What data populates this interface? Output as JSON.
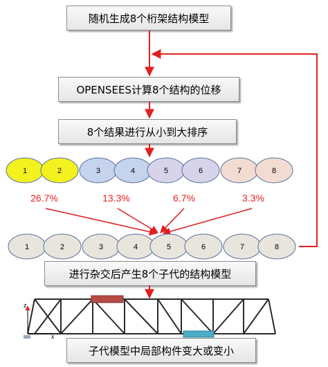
{
  "steps": {
    "step1": "随机生成8个桁架结构模型",
    "step2": "OPENSEES计算8个结构的位移",
    "step3": "8个结果进行从小到大排序",
    "step4": "进行杂交后产生8个子代的结构模型",
    "step5": "子代模型中局部构件变大或变小"
  },
  "sorted_row": {
    "labels": [
      "1",
      "2",
      "3",
      "4",
      "5",
      "6",
      "7",
      "8"
    ],
    "colors": [
      "#f3f21f",
      "#f3f21f",
      "#c5d3ec",
      "#c5d3ec",
      "#d7d3ea",
      "#d7d3ea",
      "#f2dcd2",
      "#f2dcd2"
    ]
  },
  "percentages": [
    "26.7%",
    "13.3%",
    "6.7%",
    "3.3%"
  ],
  "offspring_row": {
    "labels": [
      "1",
      "2",
      "3",
      "4",
      "5",
      "6",
      "7",
      "8"
    ],
    "color": "#e8e5dc"
  },
  "truss": {
    "axis_z": "z",
    "axis_x": "x",
    "enlarged_member_color": "#b84a44",
    "reduced_member_color": "#4bacc6"
  },
  "colors": {
    "arrow": "#e02020",
    "truss_line": "#2a2a2a"
  }
}
